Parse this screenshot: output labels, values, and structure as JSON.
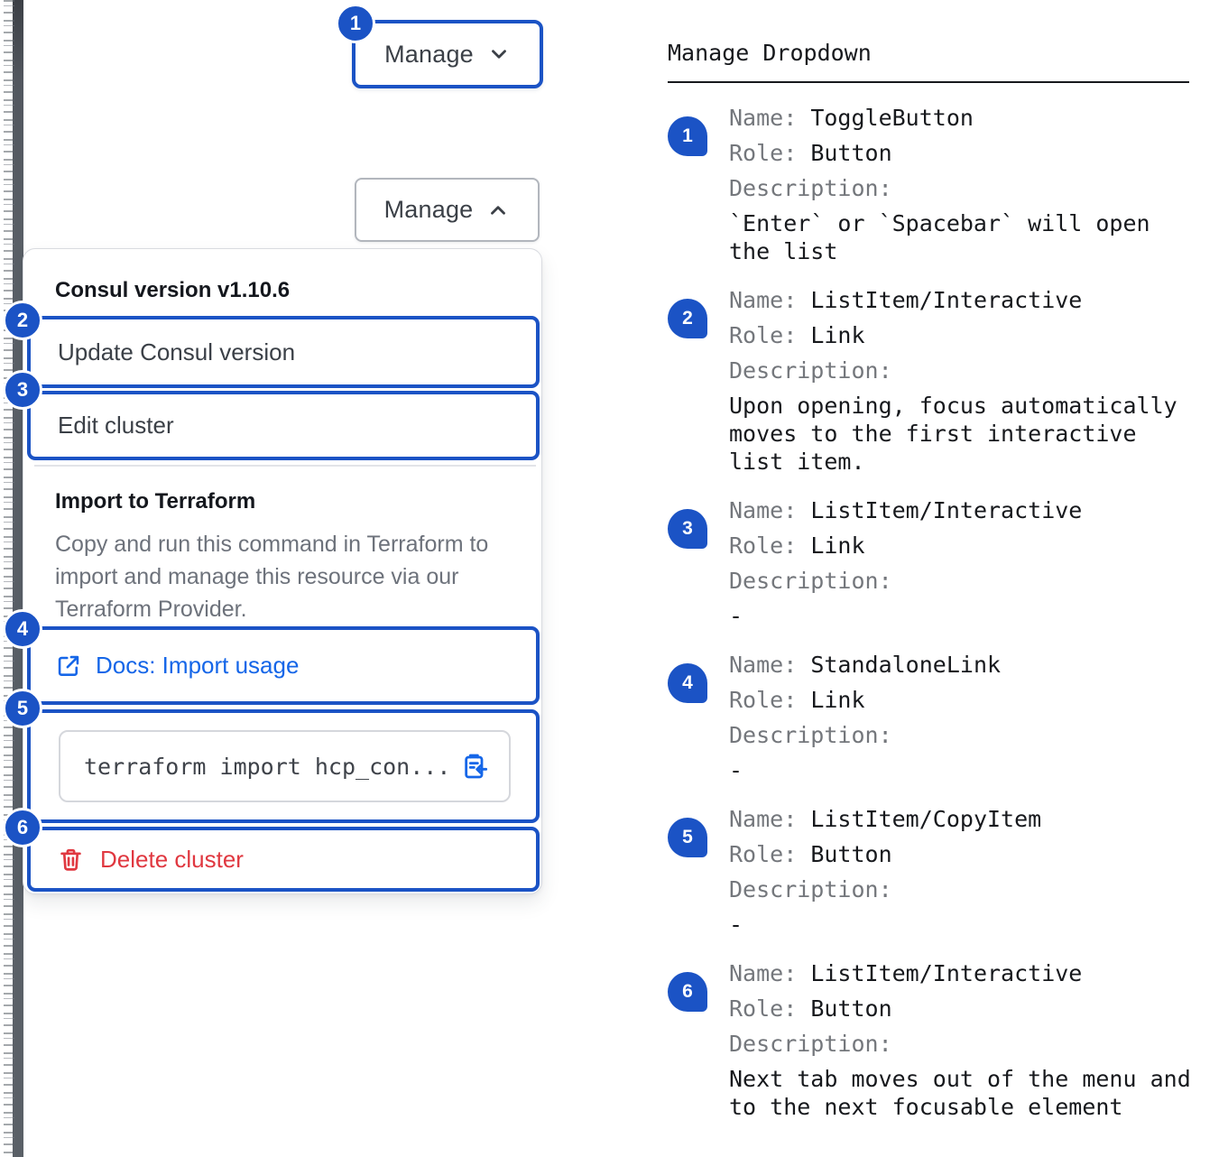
{
  "colors": {
    "focus_blue": "#1b53c5",
    "link_blue": "#1566e8",
    "danger_red": "#e03840",
    "text_dark": "#17191d",
    "text_gray": "#74777c"
  },
  "mockup": {
    "button_closed": {
      "badge": "1",
      "label": "Manage"
    },
    "button_open": {
      "label": "Manage"
    },
    "menu": {
      "version_header": "Consul version v1.10.6",
      "item_update": {
        "badge": "2",
        "label": "Update Consul version"
      },
      "item_edit": {
        "badge": "3",
        "label": "Edit cluster"
      },
      "section_title": "Import to Terraform",
      "section_desc": "Copy and run this command in Terraform to import and manage this resource via our Terraform Provider.",
      "docs_link": {
        "badge": "4",
        "label": "Docs: Import usage"
      },
      "copy_item": {
        "badge": "5",
        "code": "terraform import hcp_con..."
      },
      "delete_item": {
        "badge": "6",
        "label": "Delete cluster"
      }
    }
  },
  "spec": {
    "title": "Manage Dropdown",
    "labels": {
      "name": "Name:",
      "role": "Role:",
      "description": "Description:"
    },
    "entries": [
      {
        "num": "1",
        "name": "ToggleButton",
        "role": "Button",
        "description": "`Enter` or `Spacebar` will open the list"
      },
      {
        "num": "2",
        "name": "ListItem/Interactive",
        "role": "Link",
        "description": "Upon opening, focus automatically moves to the first interactive list item."
      },
      {
        "num": "3",
        "name": "ListItem/Interactive",
        "role": "Link",
        "description": "-"
      },
      {
        "num": "4",
        "name": "StandaloneLink",
        "role": "Link",
        "description": "-"
      },
      {
        "num": "5",
        "name": "ListItem/CopyItem",
        "role": "Button",
        "description": "-"
      },
      {
        "num": "6",
        "name": "ListItem/Interactive",
        "role": "Button",
        "description": "Next tab moves out of the menu and to the next focusable element"
      }
    ]
  }
}
